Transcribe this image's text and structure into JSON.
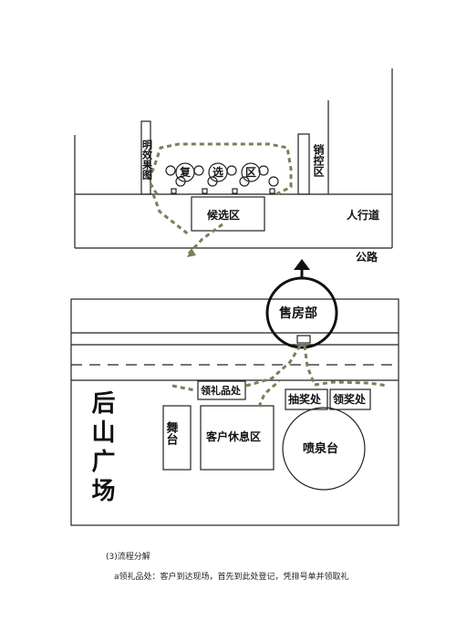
{
  "top_map": {
    "billboard": "明效果图",
    "sales_control": "销控区",
    "resale_zone": [
      "复",
      "选",
      "区"
    ],
    "waiting_zone": "候选区",
    "sidewalk": "人行道",
    "road": "公路"
  },
  "bottom_map": {
    "sales_dept": "售房部",
    "gift_desk": "领礼品处",
    "stage": "舞台",
    "lounge": "客户休息区",
    "lottery": "抽奖处",
    "prize_desk": "领奖处",
    "fountain": "喷泉台",
    "plaza": "后山广场"
  },
  "caption": {
    "heading": "(3)流程分解",
    "line": "a领礼品处：客户到达现场，首先到此处登记，凭排号单并领取礼"
  }
}
